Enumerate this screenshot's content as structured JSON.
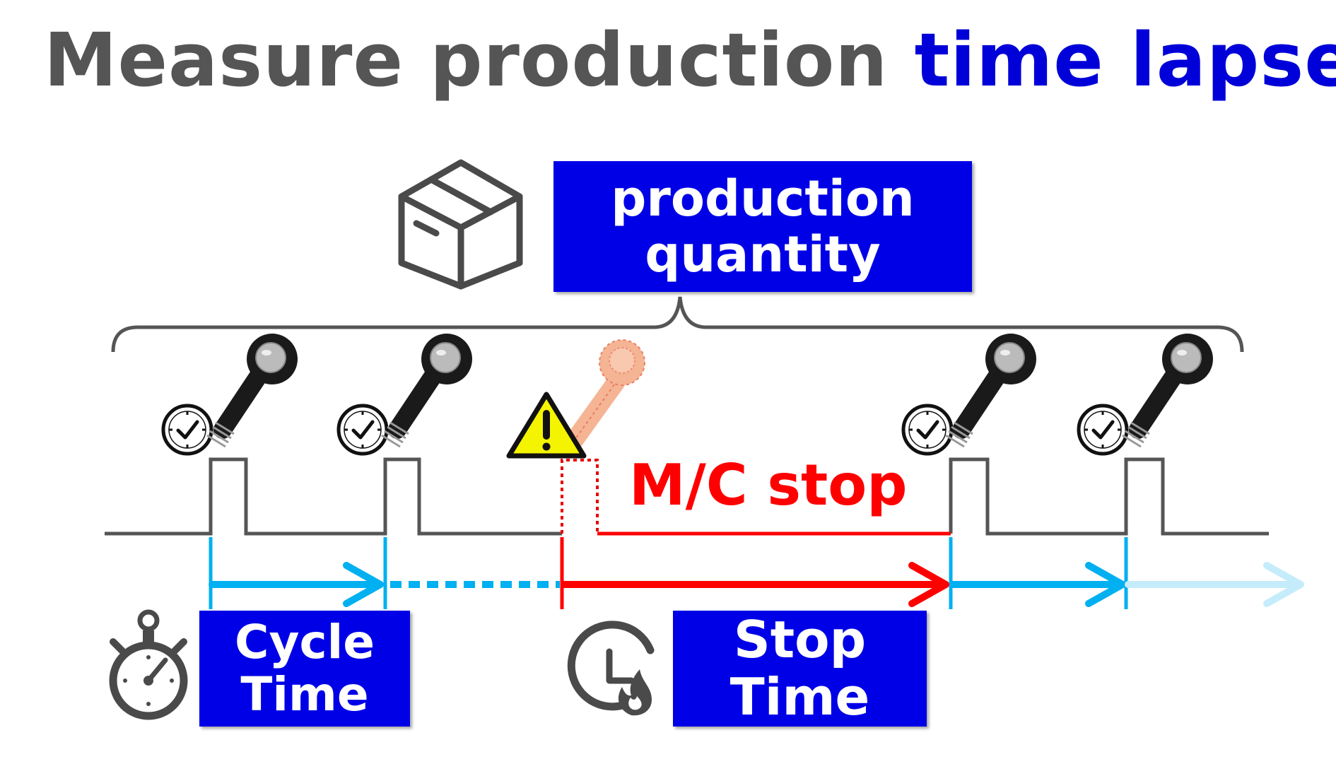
{
  "title": {
    "part1": "Measure production",
    "part2": "time lapse"
  },
  "labels": {
    "production_quantity": [
      "production",
      "quantity"
    ],
    "cycle_time": [
      "Cycle",
      "Time"
    ],
    "stop_time": [
      "Stop",
      "Time"
    ],
    "mc_stop": "M/C stop"
  },
  "colors": {
    "title_gray": "#555555",
    "title_blue": "#0000d8",
    "box_blue": "#0000e6",
    "signal_line": "#555555",
    "cycle_arrow": "#00b0f0",
    "stop_arrow": "#ff0000",
    "faded_arrow": "#c5ecfb"
  },
  "icons": [
    "box-icon",
    "clock-icon",
    "sensor-probe-icon",
    "warning-icon",
    "stopwatch-icon",
    "stop-timer-icon"
  ]
}
